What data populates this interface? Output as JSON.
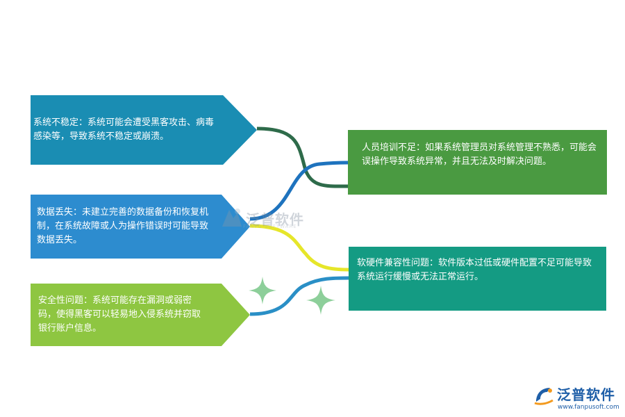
{
  "diagram": {
    "nodes": [
      {
        "id": "system_unstable",
        "text": "系统不稳定：系统可能会遭受黑客攻击、病毒感染等，导致系统不稳定或崩溃。",
        "color": "#1a8db3"
      },
      {
        "id": "data_loss",
        "text": "数据丢失：未建立完善的数据备份和恢复机制，在系统故障或人为操作错误时可能导致数据丢失。",
        "color": "#2d8ccf"
      },
      {
        "id": "security",
        "text": "安全性问题：系统可能存在漏洞或弱密码，使得黑客可以轻易地入侵系统并窃取银行账户信息。",
        "color": "#8ec641"
      },
      {
        "id": "training",
        "text": "人员培训不足：如果系统管理员对系统管理不熟悉，可能会误操作导致系统异常，并且无法及时解决问题。",
        "color": "#4a9a41"
      },
      {
        "id": "compat",
        "text": "软硬件兼容性问题：软件版本过低或硬件配置不足可能导致系统运行缓慢或无法正常运行。",
        "color": "#149b83"
      }
    ],
    "connector_colors": {
      "unstable_to_training": "#2e6b4a",
      "dataloss_to_training": "#1e73be",
      "dataloss_to_compat": "#e6e62a",
      "security_to_compat": "#2a8fc6"
    }
  },
  "watermark": {
    "brand": "泛普软件",
    "sub": "FANPU SOFTWARE"
  },
  "logo": {
    "brand": "泛普软件",
    "url": "www.fanpusoft.com"
  },
  "decor": {
    "sparkle_color": "#8dcf9a"
  }
}
